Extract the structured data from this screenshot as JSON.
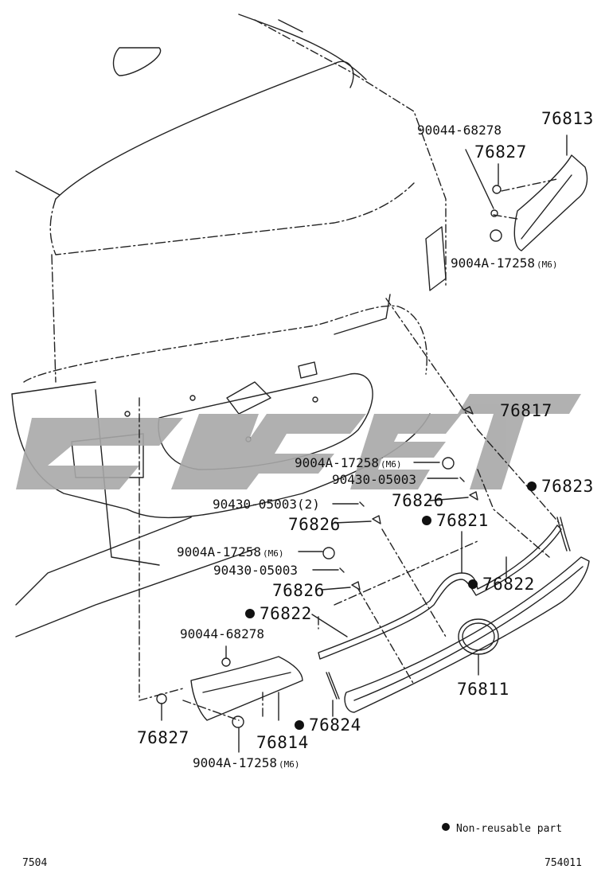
{
  "legend": {
    "marker": "●",
    "text": "Non-reusable part"
  },
  "page_codes": {
    "left": "7504",
    "right": "754011"
  },
  "watermark": {
    "color": "#a8a8a8"
  },
  "callouts": {
    "c1": {
      "code": "90044-68278",
      "suffix": ""
    },
    "c2": {
      "code": "76813",
      "suffix": ""
    },
    "c3": {
      "code": "76827",
      "suffix": ""
    },
    "c4": {
      "code": "9004A-17258",
      "suffix": "(M6)"
    },
    "c5": {
      "code": "76817",
      "suffix": ""
    },
    "c6": {
      "code": "9004A-17258",
      "suffix": "(M6)"
    },
    "c7": {
      "code": "90430-05003",
      "suffix": ""
    },
    "c8": {
      "code": "76823",
      "suffix": ""
    },
    "c9": {
      "code": "76826",
      "suffix": ""
    },
    "c10": {
      "code": "90430-05003(2)",
      "suffix": ""
    },
    "c11": {
      "code": "76821",
      "suffix": ""
    },
    "c12": {
      "code": "76826",
      "suffix": ""
    },
    "c13": {
      "code": "9004A-17258",
      "suffix": "(M6)"
    },
    "c14": {
      "code": "90430-05003",
      "suffix": ""
    },
    "c15": {
      "code": "76822",
      "suffix": ""
    },
    "c16": {
      "code": "76826",
      "suffix": ""
    },
    "c17": {
      "code": "76822",
      "suffix": ""
    },
    "c18": {
      "code": "90044-68278",
      "suffix": ""
    },
    "c19": {
      "code": "76811",
      "suffix": ""
    },
    "c20": {
      "code": "76827",
      "suffix": ""
    },
    "c21": {
      "code": "76814",
      "suffix": ""
    },
    "c22": {
      "code": "76824",
      "suffix": ""
    },
    "c23": {
      "code": "9004A-17258",
      "suffix": "(M6)"
    }
  }
}
